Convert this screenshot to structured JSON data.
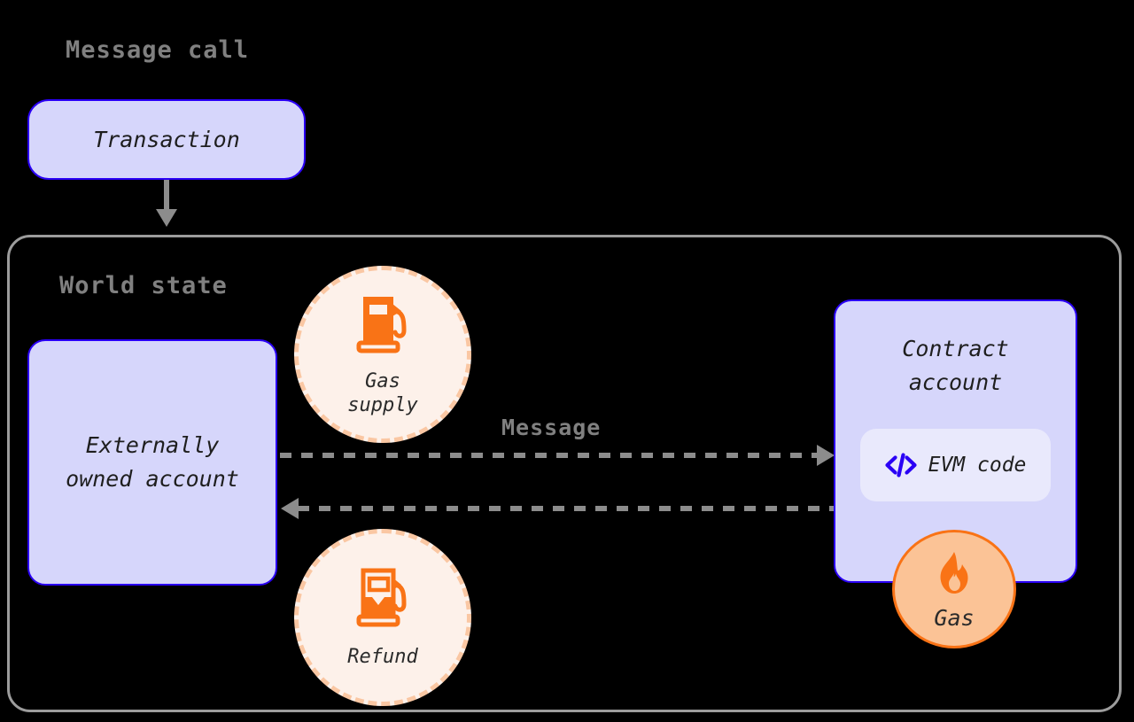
{
  "diagram": {
    "title": "Message call",
    "background_color": "#000000",
    "headings": {
      "message_call": "Message call",
      "world_state": "World state"
    },
    "nodes": {
      "transaction": {
        "label": "Transaction",
        "fill": "#d6d6fb",
        "border": "#2a00f5"
      },
      "externally_owned_account": {
        "label": "Externally\nowned account",
        "fill": "#d6d6fb",
        "border": "#2a00f5"
      },
      "contract_account": {
        "label": "Contract\naccount",
        "fill": "#d6d6fb",
        "border": "#2a00f5"
      },
      "evm_code": {
        "label": "EVM code",
        "icon": "code-brackets-icon",
        "fill": "#e9e9fc",
        "icon_color": "#2a00f5"
      }
    },
    "badges": {
      "gas_supply": {
        "label": "Gas\nsupply",
        "icon": "gas-pump-full-icon",
        "fill": "#fdf1ea",
        "border": "#fac7a3",
        "icon_color": "#f97316"
      },
      "refund": {
        "label": "Refund",
        "icon": "gas-pump-partial-icon",
        "fill": "#fdf1ea",
        "border": "#fac7a3",
        "icon_color": "#f97316"
      },
      "gas": {
        "label": "Gas",
        "icon": "flame-icon",
        "fill": "#fbc396",
        "border": "#f97316",
        "icon_color": "#f97316"
      }
    },
    "connections": [
      {
        "name": "transaction-to-world-state",
        "label": "",
        "style": "solid",
        "color": "#8c8c8c",
        "direction": "down"
      },
      {
        "name": "eoa-to-contract-message",
        "label": "Message",
        "style": "dashed",
        "color": "#8c8c8c",
        "direction": "right"
      },
      {
        "name": "contract-to-eoa-return",
        "label": "",
        "style": "dashed",
        "color": "#8c8c8c",
        "direction": "left"
      }
    ],
    "colors": {
      "heading_text": "#808080",
      "container_border": "#9c9c9c",
      "node_text": "#1e1e1e",
      "orange_accent": "#f97316",
      "blue_accent": "#2a00f5"
    }
  }
}
